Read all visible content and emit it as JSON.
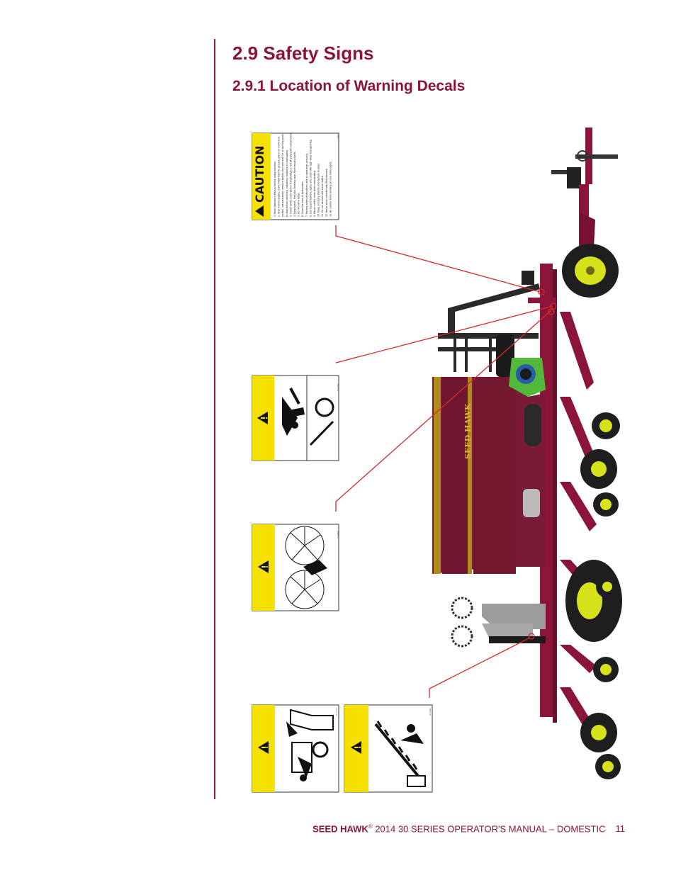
{
  "section": {
    "title": "2.9 Safety Signs",
    "subtitle": "2.9.1 Location of Warning Decals"
  },
  "decals": {
    "caution": {
      "header": "CAUTION",
      "items": [
        "1. Read Operator's Manual before using machine.",
        "2. Stop tractor engine, lower implement to ground, place all controls in",
        "   neutral, set park brake, remove ignition key and wait for all moving parts",
        "   to stop before servicing, adjusting, repairing or unplugging.",
        "3. Install safety locks before transporting or working beneath components.",
        "4. Keep hands, feet and clothing away from moving parts.",
        "5. Do not allow riders.",
        "6. Clear the area of bystanders.",
        "7. Review safety instructions with all operators annually.",
        "8. Use hazard flashers, lights and clean SMV sign when transporting.",
        "9. Attach safety chain when transporting.",
        "10. Keep all safety shields and devices in place.",
        "11. Do not exceed safe travel speed.",
        "12. Never allow children near the machine.",
        "13. Be careful when working around raised parts."
      ],
      "code": "CAU-1"
    },
    "pinch": {
      "code": "S-1763"
    },
    "fan": {
      "code": "S-1468"
    },
    "crush": {
      "code": "S-1172"
    },
    "cutting": {
      "code": "S-1501"
    },
    "colors": {
      "yellow": "#f6e000",
      "maroon": "#8b1538",
      "tire_rim": "#d7e21c"
    }
  },
  "machine": {
    "brand_text": "SEED HAWK"
  },
  "footer": {
    "brand": "SEED HAWK",
    "reg": "®",
    "text": " 2014 30 SERIES OPERATOR'S MANUAL – DOMESTIC",
    "page": "11"
  }
}
